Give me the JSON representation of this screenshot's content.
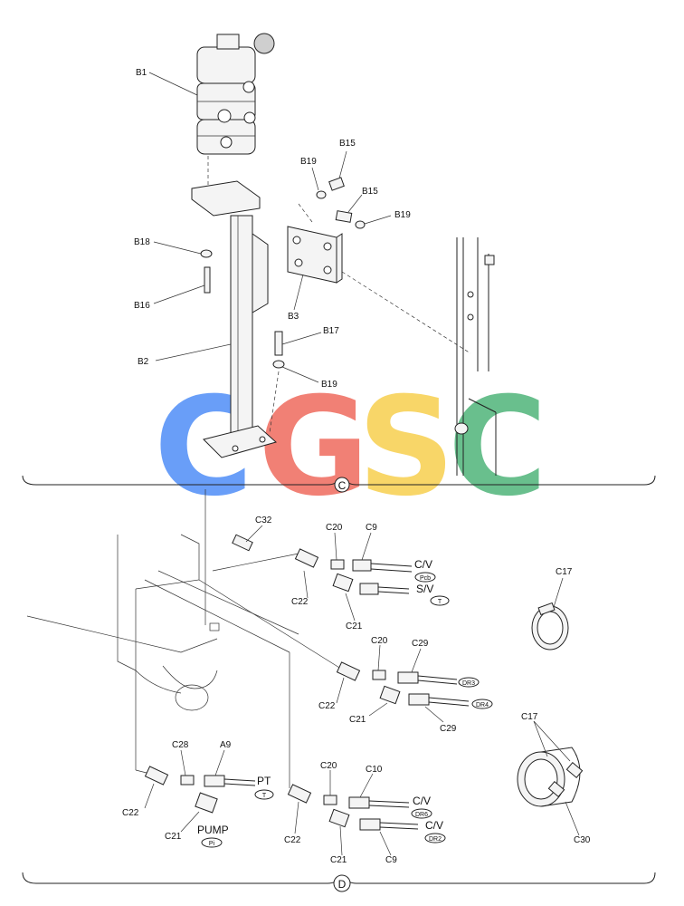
{
  "watermark": {
    "letters": [
      "C",
      "G",
      "S",
      "C"
    ],
    "colors": [
      "#4f8ef7",
      "#ef6b5d",
      "#f7cf4e",
      "#4fb47a"
    ]
  },
  "sections": {
    "upper": "C",
    "lower": "D"
  },
  "labels_upper": {
    "b1": "B1",
    "b15a": "B15",
    "b15b": "B15",
    "b19a": "B19",
    "b19b": "B19",
    "b19c": "B19",
    "b18": "B18",
    "b16": "B16",
    "b3": "B3",
    "b17": "B17",
    "b2": "B2"
  },
  "labels_lower": {
    "c32": "C32",
    "c20a": "C20",
    "c9a": "C9",
    "cv1": "C/V",
    "pcb": "Pcb",
    "c22a": "C22",
    "sv": "S/V",
    "t1": "T",
    "c21a": "C21",
    "c17a": "C17",
    "c20b": "C20",
    "c29a": "C29",
    "dr3": "DR3",
    "c22b": "C22",
    "dr4": "DR4",
    "c21b": "C21",
    "c29b": "C29",
    "c17b": "C17",
    "c28": "C28",
    "a9": "A9",
    "pt": "PT",
    "t2": "T",
    "c22c": "C22",
    "c21c": "C21",
    "pump": "PUMP",
    "pi": "Pi",
    "c20c": "C20",
    "c10": "C10",
    "cv2": "C/V",
    "dr6": "DR6",
    "c22d": "C22",
    "cv3": "C/V",
    "dr2": "DR2",
    "c21d": "C21",
    "c9b": "C9",
    "c30": "C30"
  }
}
